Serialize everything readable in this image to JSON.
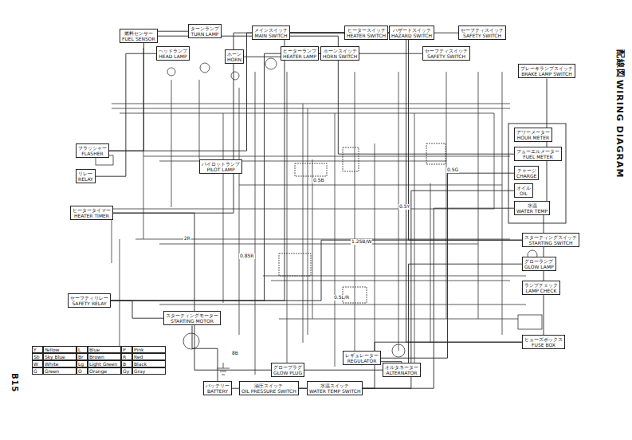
{
  "diagram": {
    "title": "WIRING DIAGRAM",
    "nodes": [
      {
        "text": [
          "燃料センサー",
          "FUEL SENSOR"
        ]
      },
      {
        "text": [
          "ヘッドランプ",
          "HEAD LAMP"
        ]
      },
      {
        "text": [
          "ターンランプ",
          "TURN LAMP"
        ]
      },
      {
        "text": [
          "ホーン",
          "HORN"
        ]
      },
      {
        "text": [
          "メインスイッチ",
          "MAIN SWITCH"
        ]
      },
      {
        "text": [
          "ヒーターランプ",
          "HEATER LAMP"
        ]
      },
      {
        "text": [
          "ホーンスイッチ",
          "HORN SWITCH"
        ]
      },
      {
        "text": [
          "ヒータースイッチ",
          "HEATER SWITCH"
        ]
      },
      {
        "text": [
          "ハザードスイッチ",
          "HAZARD SWITCH"
        ]
      },
      {
        "text": [
          "セーフティスイッチ",
          "SAFETY SWITCH"
        ]
      },
      {
        "text": [
          "セーフティスイッチ",
          "SAFETY SWITCH"
        ]
      },
      {
        "text": [
          "ブレーキランプスイッチ",
          "BRAKE LAMP SWITCH"
        ]
      },
      {
        "text": [
          "フラッシャー",
          "FLASHER"
        ]
      },
      {
        "text": [
          "リレー",
          "RELAY"
        ]
      },
      {
        "text": [
          "パイロットランプ",
          "PILOT LAMP"
        ]
      },
      {
        "text": [
          "ヒータータイマー",
          "HEATER TIMER"
        ]
      },
      {
        "text": [
          "アワーメーター",
          "HOUR METER"
        ]
      },
      {
        "text": [
          "フューエルメーター",
          "FUEL METER"
        ]
      },
      {
        "text": [
          "チャージ",
          "CHARGE"
        ]
      },
      {
        "text": [
          "オイル",
          "OIL"
        ]
      },
      {
        "text": [
          "水温",
          "WATER TEMP"
        ]
      },
      {
        "text": [
          "スターティングスイッチ",
          "STARTING SWITCH"
        ]
      },
      {
        "text": [
          "グローランプ",
          "GLOW LAMP"
        ]
      },
      {
        "text": [
          "ランプチェック",
          "LAMP CHECK"
        ]
      },
      {
        "text": [
          "ヒューズボックス",
          "FUSE BOX"
        ]
      },
      {
        "text": [
          "セーフティリレー",
          "SAFETY RELAY"
        ]
      },
      {
        "text": [
          "スターティングモーター",
          "STARTING MOTOR"
        ]
      },
      {
        "text": [
          "バッテリー",
          "BATTERY"
        ]
      },
      {
        "text": [
          "油圧スイッチ",
          "OIL PRESSURE SWITCH"
        ]
      },
      {
        "text": [
          "グロープラグ",
          "GLOW PLUG"
        ]
      },
      {
        "text": [
          "水温スイッチ",
          "WATER TEMP SWITCH"
        ]
      },
      {
        "text": [
          "レギュレーター",
          "REGULATOR"
        ]
      },
      {
        "text": [
          "オルタネーター",
          "ALTERNATOR"
        ]
      }
    ],
    "edges": [
      {
        "from": 27,
        "to": 26,
        "arrow": "none"
      },
      {
        "from": 27,
        "to": 24,
        "arrow": "none"
      },
      {
        "from": 24,
        "to": 4,
        "arrow": "none"
      },
      {
        "from": 4,
        "to": 21,
        "arrow": "none"
      },
      {
        "from": 21,
        "to": 25,
        "arrow": "none"
      },
      {
        "from": 25,
        "to": 26,
        "arrow": "none"
      },
      {
        "from": 9,
        "to": 25,
        "arrow": "none"
      },
      {
        "from": 10,
        "to": 25,
        "arrow": "none"
      },
      {
        "from": 15,
        "to": 29,
        "arrow": "none"
      },
      {
        "from": 7,
        "to": 15,
        "arrow": "none"
      },
      {
        "from": 12,
        "to": 2,
        "arrow": "none"
      },
      {
        "from": 8,
        "to": 12,
        "arrow": "none"
      },
      {
        "from": 13,
        "to": 1,
        "arrow": "none"
      },
      {
        "from": 0,
        "to": 17,
        "arrow": "none"
      },
      {
        "from": 28,
        "to": 19,
        "arrow": "none"
      },
      {
        "from": 30,
        "to": 20,
        "arrow": "none"
      },
      {
        "from": 32,
        "to": 31,
        "arrow": "none"
      },
      {
        "from": 31,
        "to": 18,
        "arrow": "none"
      },
      {
        "from": 6,
        "to": 3,
        "arrow": "none"
      },
      {
        "from": 11,
        "to": 24,
        "arrow": "none"
      },
      {
        "from": 22,
        "to": 29,
        "arrow": "none"
      }
    ],
    "labels": [
      "配線図",
      "B15",
      "Y",
      "Yellow",
      "L",
      "Blue",
      "P",
      "Pink",
      "Sb",
      "Sky Blue",
      "Br",
      "Brown",
      "R",
      "Red",
      "W",
      "White",
      "Lg",
      "Light Green",
      "B",
      "Black",
      "G",
      "Green",
      "O",
      "Orange",
      "Gy",
      "Gray",
      "0.5B",
      "0.85R",
      "1.25B/W",
      "0.5Y",
      "0.5G",
      "2R",
      "0.5L/R",
      "8B"
    ]
  }
}
